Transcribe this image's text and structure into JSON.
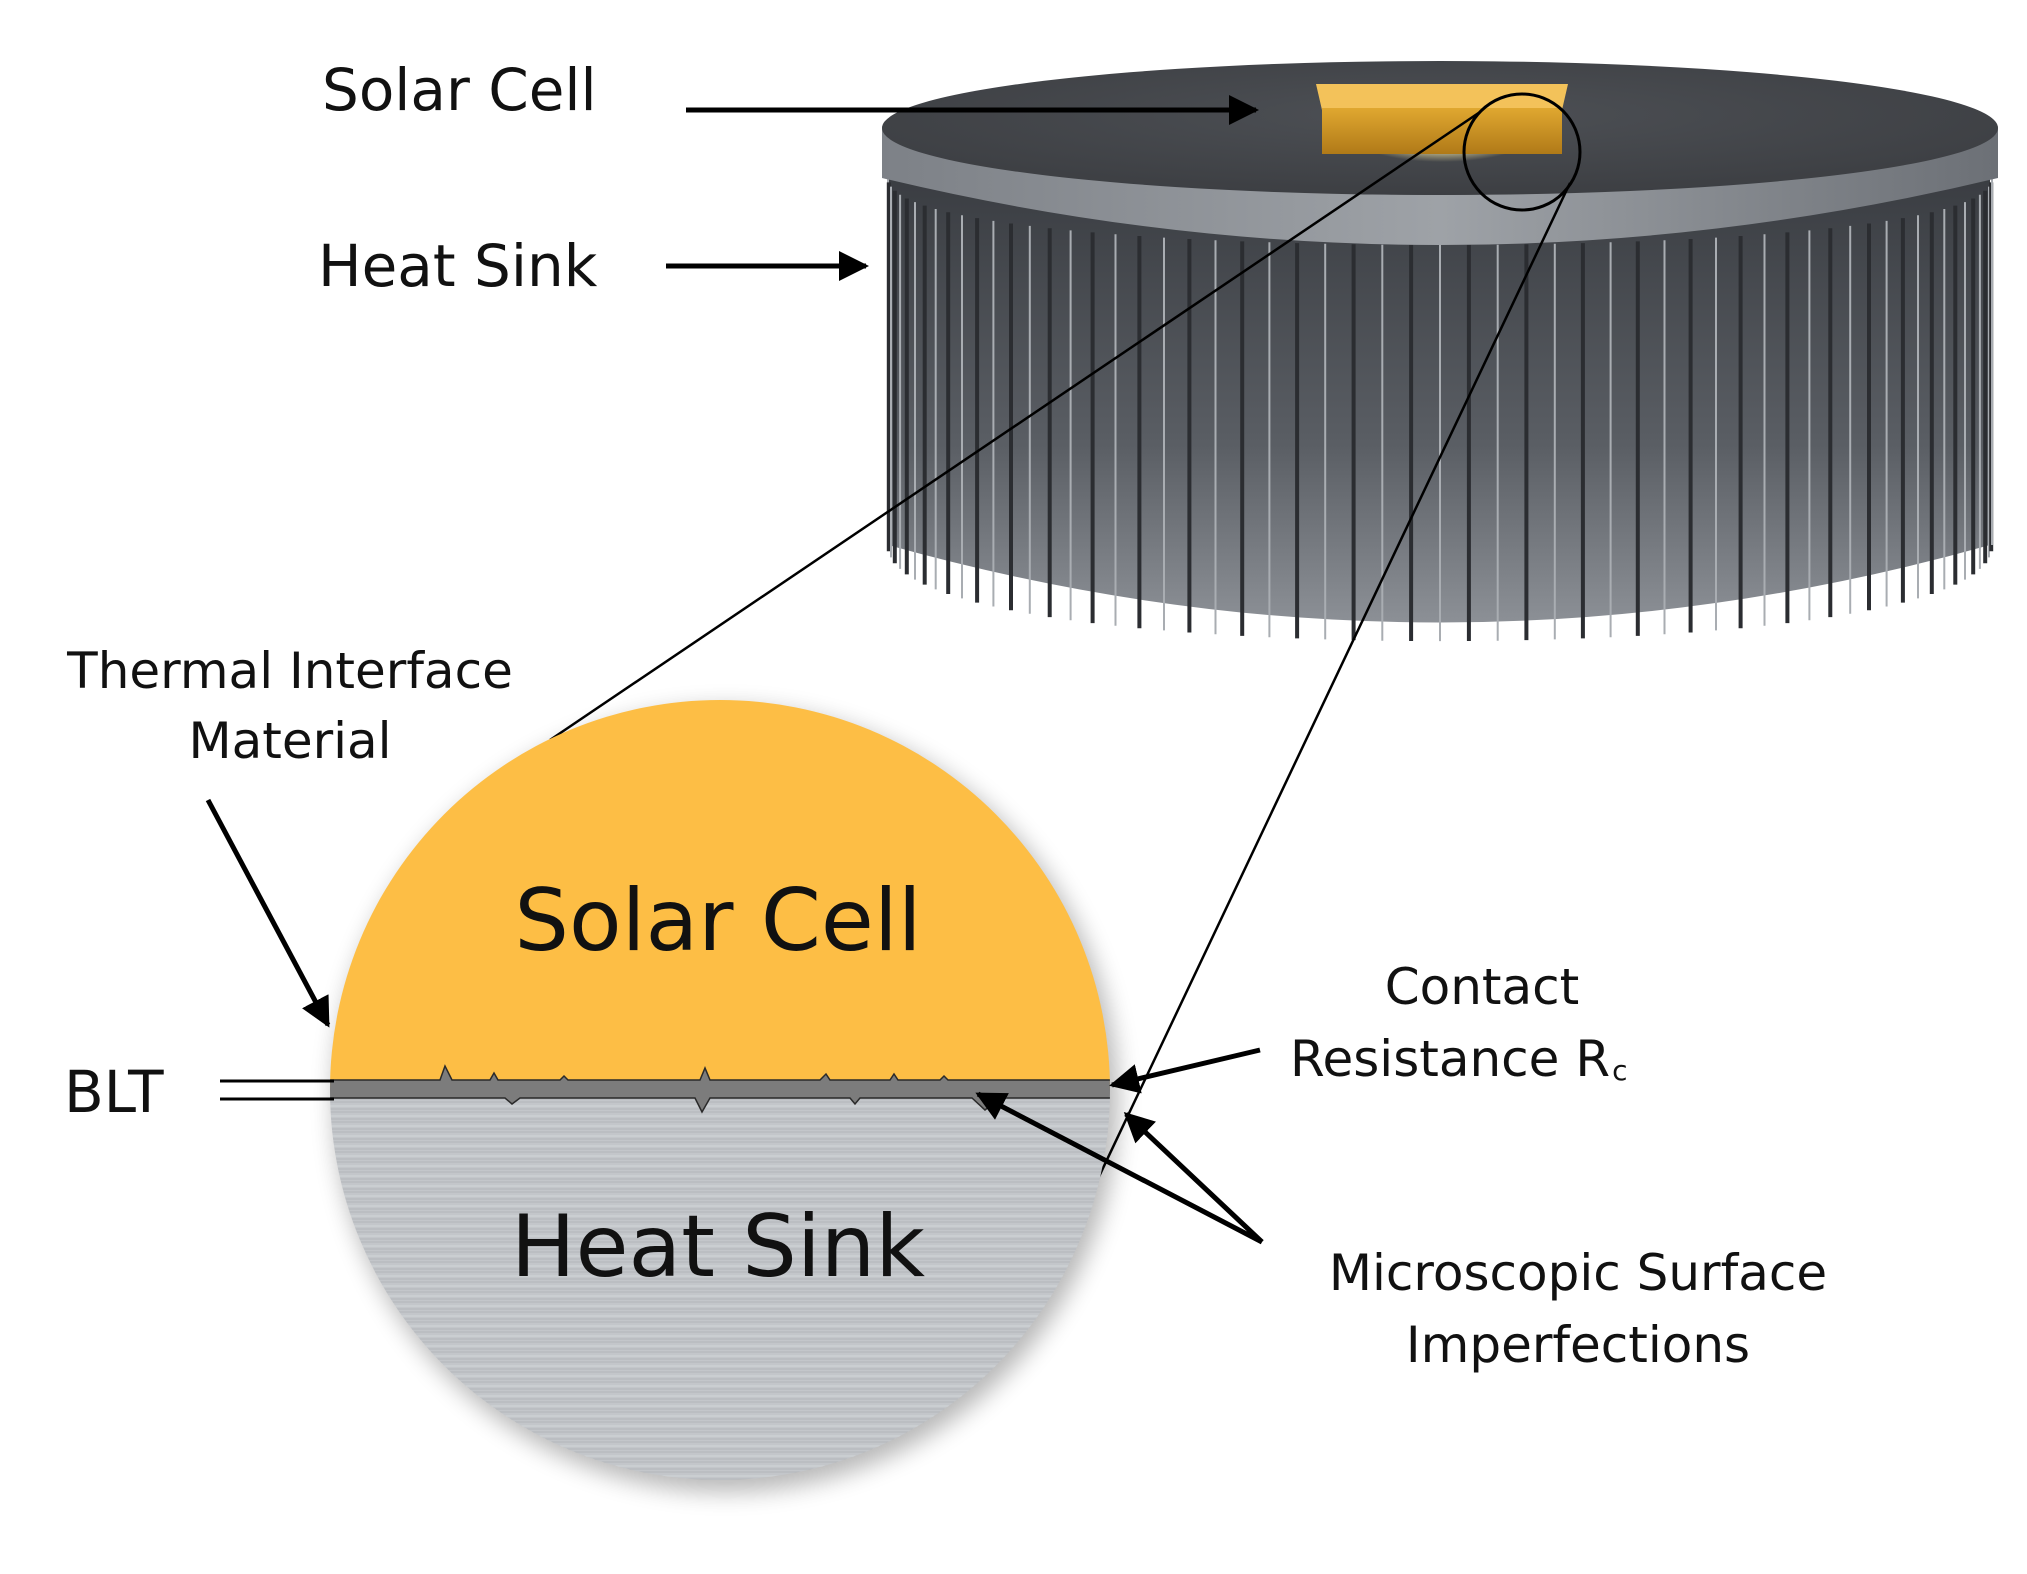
{
  "labels": {
    "solar_cell_top": "Solar Cell",
    "heat_sink_top": "Heat Sink",
    "tim_line1": "Thermal Interface",
    "tim_line2": "Material",
    "blt": "BLT",
    "contact_line1": "Contact",
    "contact_line2": "Resistance R",
    "contact_subscript": "c",
    "solar_cell_detail": "Solar Cell",
    "heat_sink_detail": "Heat Sink",
    "micro_line1": "Microscopic Surface",
    "micro_line2": "Imperfections"
  },
  "colors": {
    "solar_cell": "#FDBE45",
    "tim": "#7c7c7c",
    "heat_sink_detail": "#c3c6ca",
    "heat_sink_body": "#55585d",
    "background": "#ffffff"
  }
}
